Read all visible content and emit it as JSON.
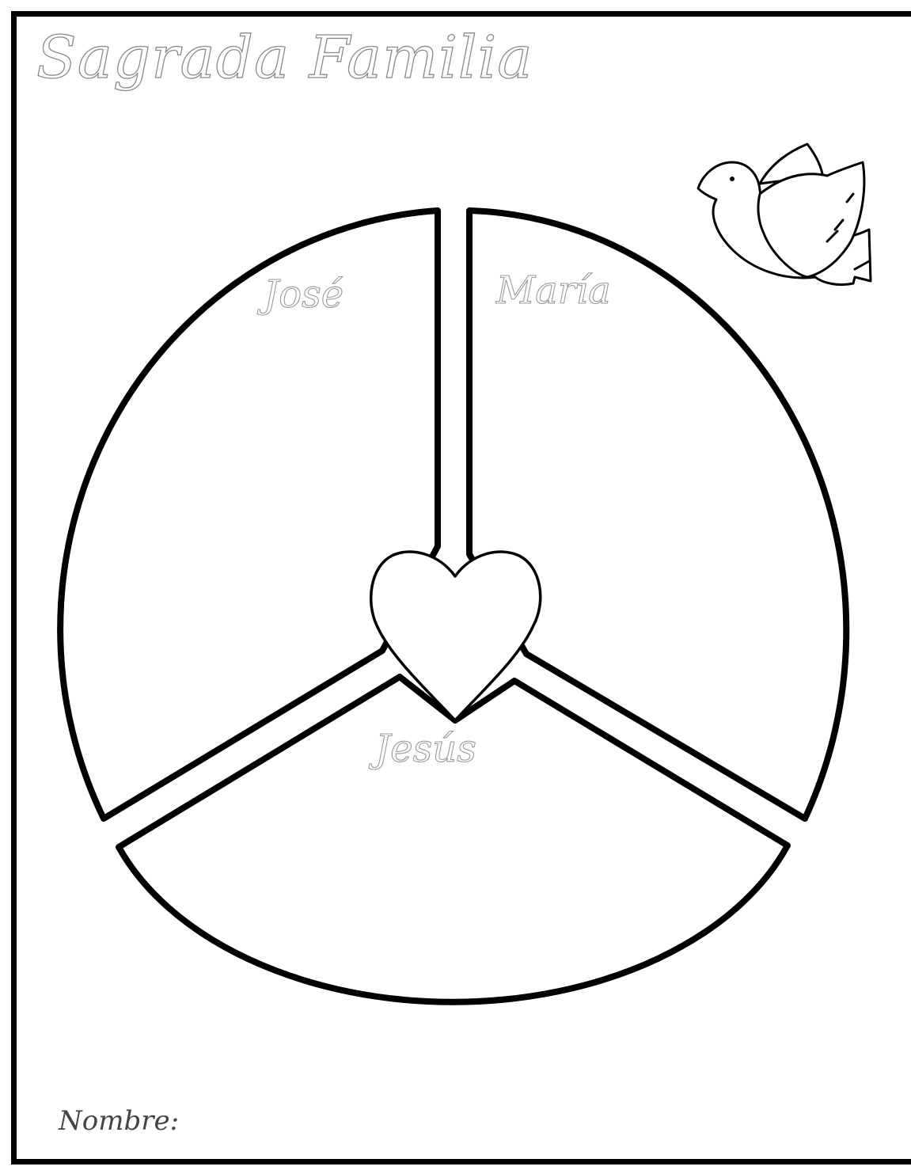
{
  "worksheet": {
    "title": "Sagrada Familia",
    "segments": {
      "jose": "José",
      "maria": "María",
      "jesus": "Jesús"
    },
    "name_label": "Nombre:"
  },
  "icons": {
    "dove": "dove-icon",
    "heart": "heart-icon"
  },
  "colors": {
    "outline": "#000000",
    "trace_text": "#9a9a9a",
    "paper": "#ffffff"
  }
}
